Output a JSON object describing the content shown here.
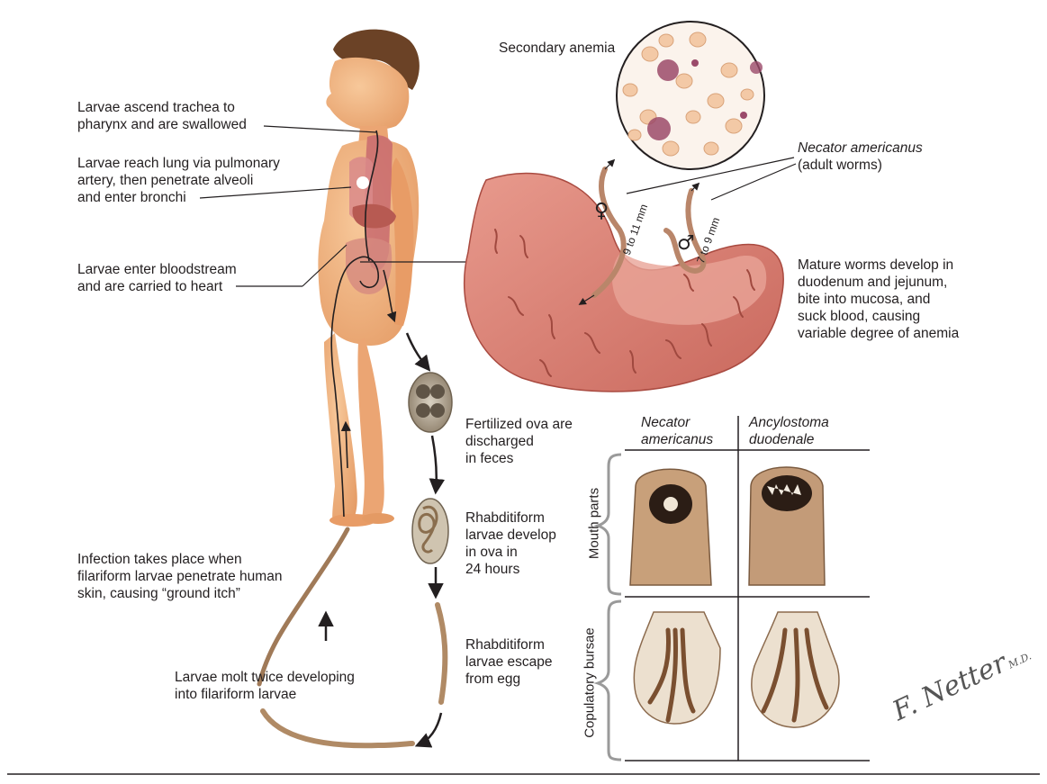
{
  "labels": {
    "trachea": [
      "Larvae ascend trachea to",
      "pharynx and are swallowed"
    ],
    "lung": [
      "Larvae reach lung via pulmonary",
      "artery, then penetrate alveoli",
      "and enter bronchi"
    ],
    "blood": [
      "Larvae enter bloodstream",
      "and are carried to heart"
    ],
    "infection": [
      "Infection takes place when",
      "filariform larvae penetrate human",
      "skin, causing “ground itch”"
    ],
    "molt": [
      "Larvae molt twice developing",
      "into filariform larvae"
    ],
    "ova": [
      "Fertilized ova are",
      "discharged",
      "in feces"
    ],
    "rhab_develop": [
      "Rhabditiform",
      "larvae develop",
      "in ova in",
      "24 hours"
    ],
    "rhab_escape": [
      "Rhabditiform",
      "larvae escape",
      "from egg"
    ],
    "anemia": "Secondary anemia",
    "necator_title": "Necator americanus",
    "necator_sub": "(adult worms)",
    "mature": [
      "Mature worms develop in",
      "duodenum and jejunum,",
      "bite into mucosa, and",
      "suck blood, causing",
      "variable degree of anemia"
    ],
    "female_size": "9 to 11 mm",
    "male_size": "7 to 9 mm",
    "female_symbol": "♀",
    "male_symbol": "♂"
  },
  "comparison": {
    "col1": [
      "Necator",
      "americanus"
    ],
    "col2": [
      "Ancylostoma",
      "duodenale"
    ],
    "row1": "Mouth parts",
    "row2": "Copulatory bursae"
  },
  "signature": [
    "F. Netter",
    "M.D."
  ],
  "colors": {
    "skin": "#f2b27d",
    "skin_shadow": "#d98a55",
    "intestine": "#e2867a",
    "intestine_dark": "#b9544a",
    "worm": "#b9866a",
    "rbc": "#f3c9a6",
    "rbc_infected": "#9b4a6a",
    "line": "#231f20",
    "divider": "#8c8c8c"
  }
}
